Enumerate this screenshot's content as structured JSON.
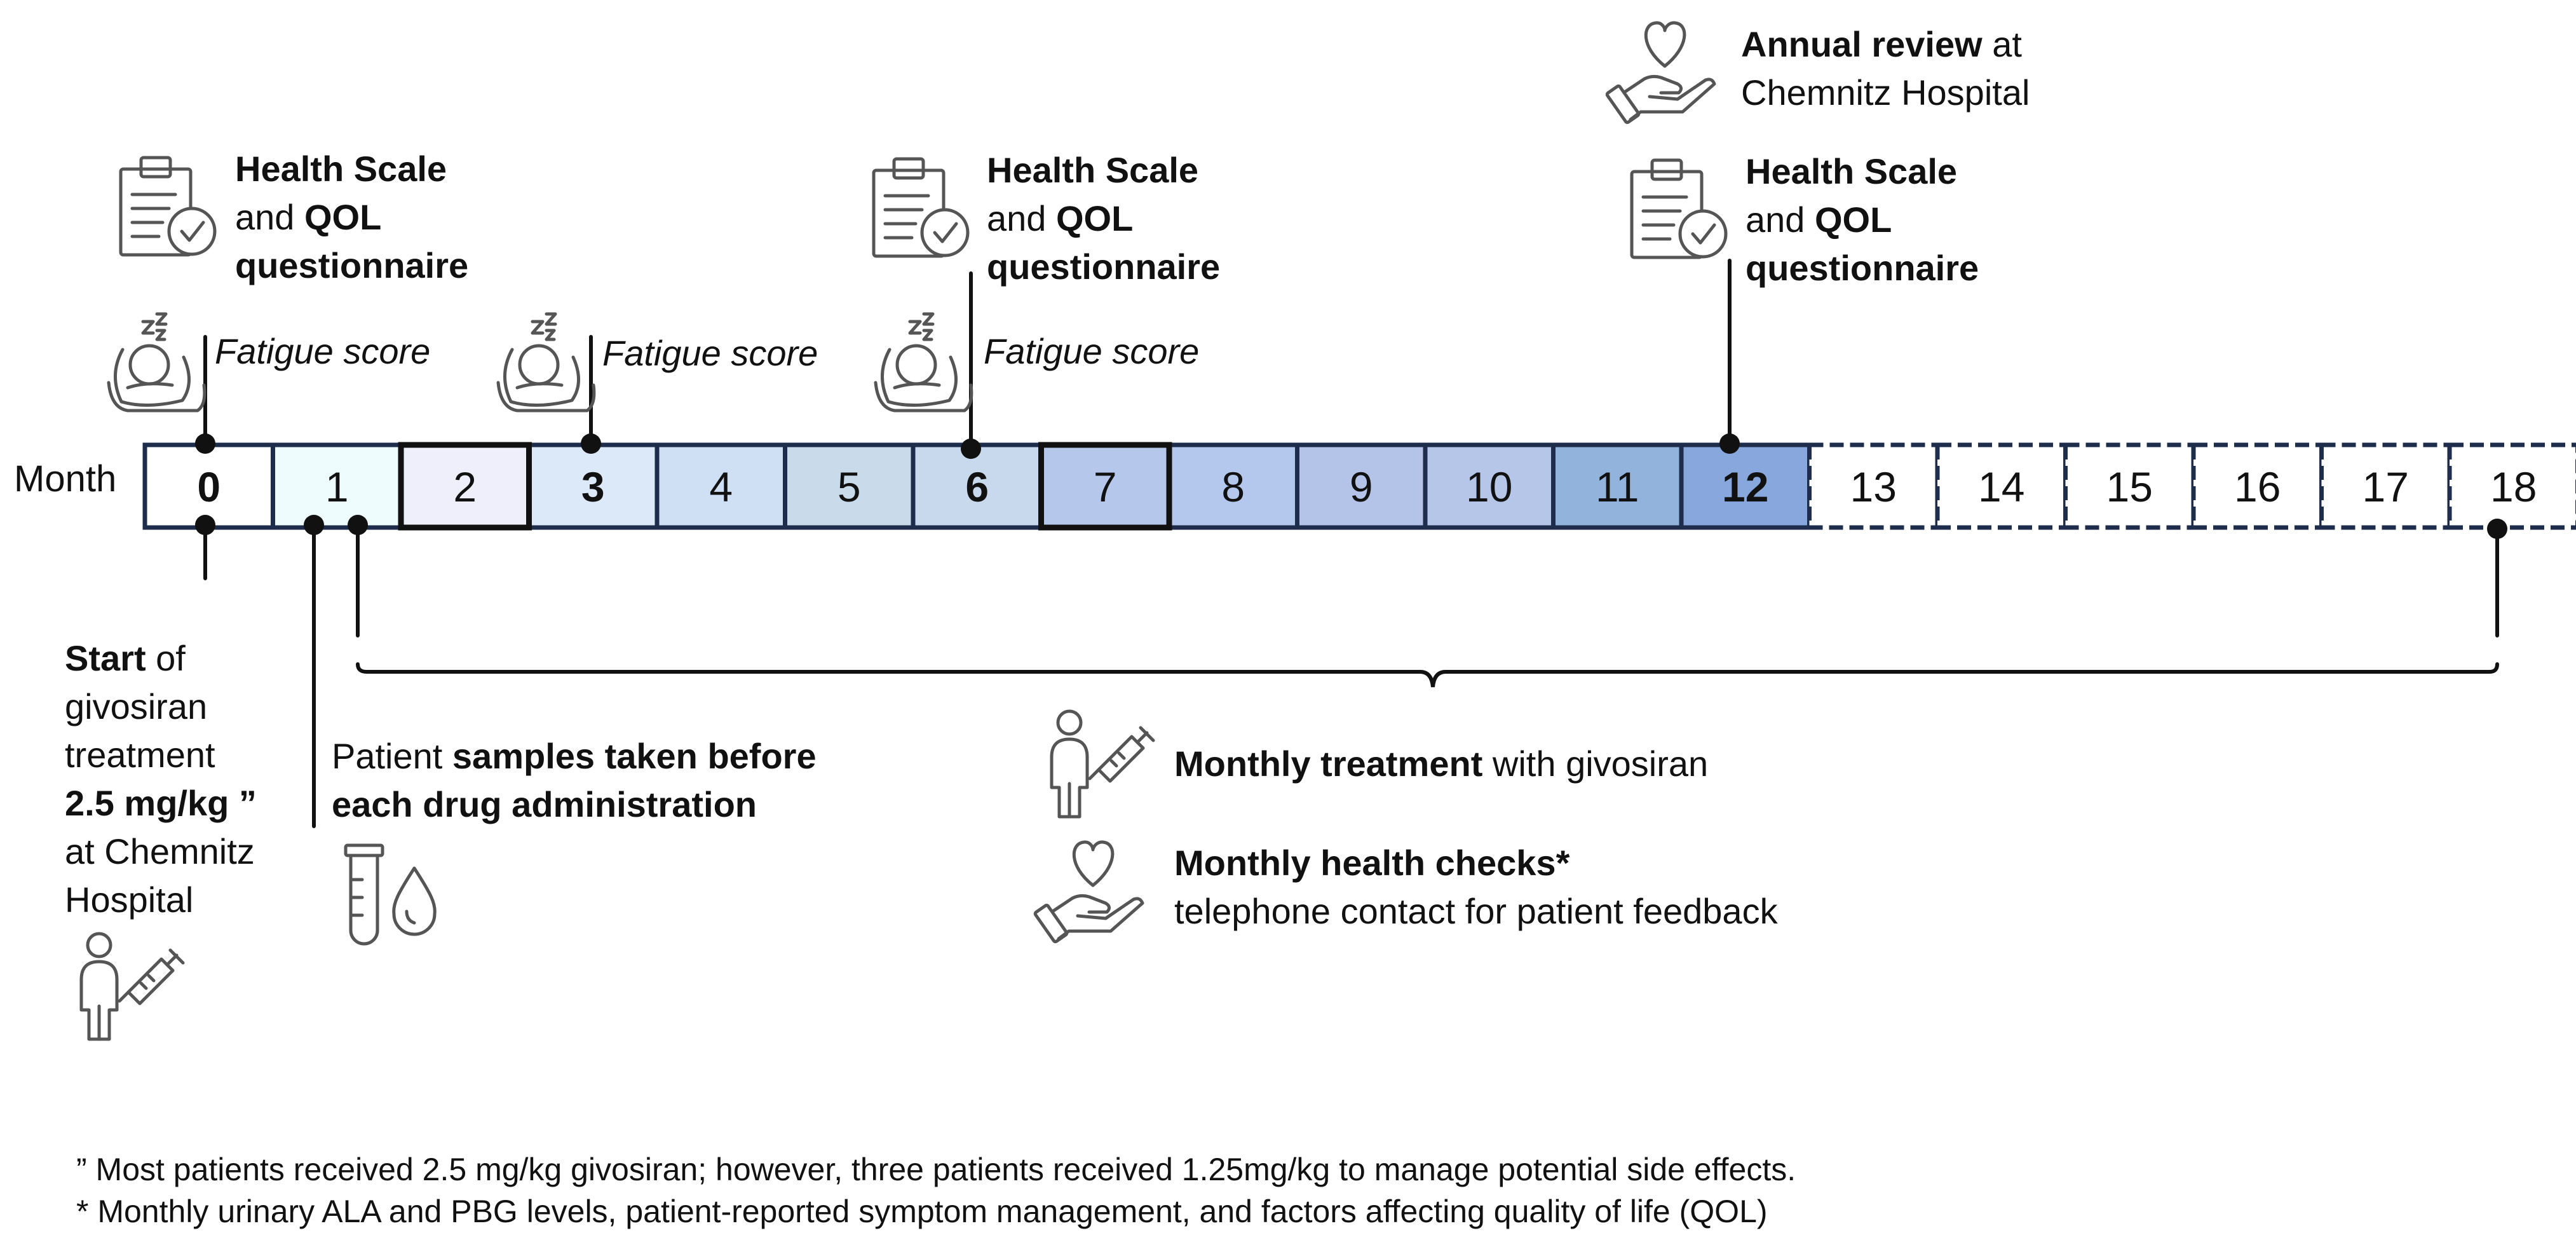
{
  "timeline": {
    "axis_label": "Month",
    "months": [
      "0",
      "1",
      "2",
      "3",
      "4",
      "5",
      "6",
      "7",
      "8",
      "9",
      "10",
      "11",
      "12",
      "13",
      "14",
      "15",
      "16",
      "17",
      "18"
    ],
    "bold_months": [
      "0",
      "3",
      "6",
      "12"
    ],
    "fills": [
      "#ffffff",
      "#eefcfd",
      "#efeffb",
      "#dbe9f8",
      "#cfe0f4",
      "#c9dbeb",
      "#c9d9ed",
      "#b6c7ec",
      "#b4c7ec",
      "#b3c4e8",
      "#b6c6e8",
      "#92b4dc",
      "#88a7dc",
      "#ffffff",
      "#ffffff",
      "#ffffff",
      "#ffffff",
      "#ffffff",
      "#ffffff"
    ],
    "border_color": "#1f2d4d"
  },
  "top_events": {
    "hs_line1": "Health Scale",
    "hs_and": "and",
    "hs_qol": "QOL",
    "hs_line3": "questionnaire",
    "fatigue": "Fatigue score",
    "annual_bold": "Annual review",
    "annual_rest": "at",
    "annual_line2": "Chemnitz Hospital"
  },
  "start_event": {
    "bold": "Start",
    "rest": "of",
    "line2": "givosiran",
    "line3": "treatment",
    "dose": "2.5 mg/kg ”",
    "line5": "at Chemnitz",
    "line6": "Hospital"
  },
  "samples_event": {
    "plain": "Patient",
    "bold1": "samples taken before",
    "bold2": "each drug administration"
  },
  "monthly": {
    "treatment_bold": "Monthly treatment",
    "treatment_rest": "with givosiran",
    "checks_bold": "Monthly health checks*",
    "checks_rest": "telephone contact for patient feedback"
  },
  "footnotes": {
    "note1": "” Most patients received 2.5 mg/kg givosiran; however, three patients received 1.25mg/kg to manage potential side effects.",
    "note2": "* Monthly urinary ALA and PBG levels, patient-reported symptom management, and factors affecting quality of life (QOL)"
  },
  "icons": [
    "clipboard-check-icon",
    "sleeping-person-icon",
    "heart-hand-icon",
    "person-syringe-icon",
    "test-tube-drop-icon"
  ]
}
